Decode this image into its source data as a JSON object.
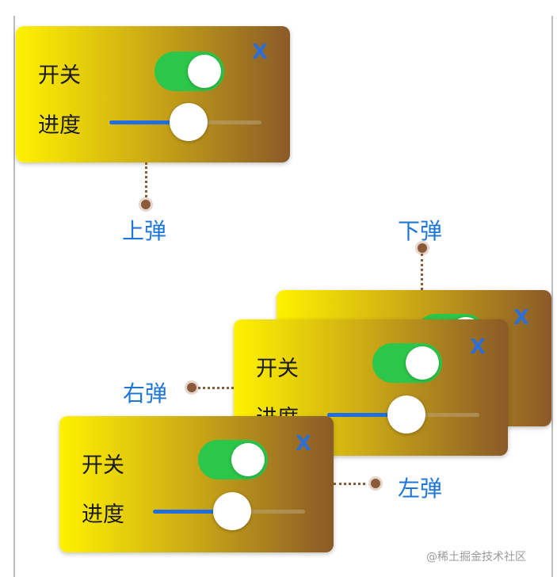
{
  "popups": {
    "up": {
      "switch_label": "开关",
      "progress_label": "进度",
      "close_label": "X",
      "progress": 0.52
    },
    "down": {
      "close_label": "X"
    },
    "right": {
      "switch_label": "开关",
      "progress_label": "进度",
      "close_label": "X",
      "progress": 0.52
    },
    "left": {
      "switch_label": "开关",
      "progress_label": "进度",
      "close_label": "X",
      "progress": 0.52
    }
  },
  "callouts": {
    "up": "上弹",
    "down": "下弹",
    "right": "右弹",
    "left": "左弹"
  },
  "watermark": "@稀土掘金技术社区",
  "colors": {
    "toggle_on": "#2cc64a",
    "slider_fill": "#1f6fe0",
    "close_icon": "#2d6fd6",
    "callout_text": "#1e76d8",
    "connector": "#8a5a3a"
  }
}
